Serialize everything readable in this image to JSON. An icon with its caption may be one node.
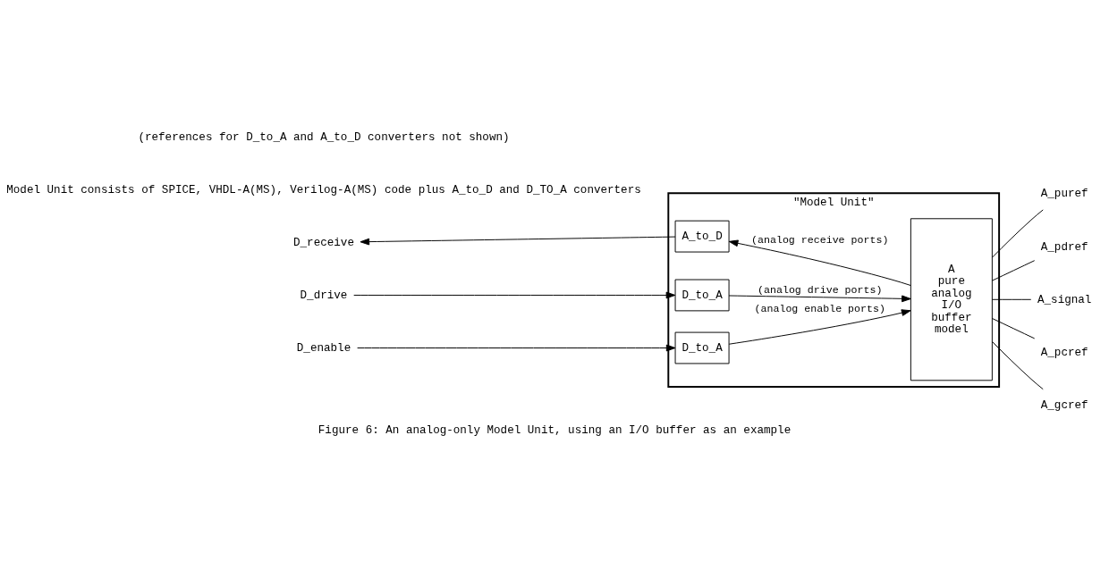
{
  "diagram": {
    "caption": "Figure 6: An analog-only Model Unit, using an I/O buffer as an example",
    "nodes": [
      {
        "text": [
          "\"Model Unit\""
        ]
      },
      {
        "text": [
          "A_to_D"
        ],
        "in": 0
      },
      {
        "text": [
          "D_to_A"
        ],
        "in": 0
      },
      {
        "text": [
          "D_to_A"
        ],
        "in": 0
      },
      {
        "text": [
          "A pure analog I/O buffer model"
        ],
        "in": 0
      },
      {
        "text": [
          "D_receive"
        ]
      },
      {
        "text": [
          "D_drive"
        ]
      },
      {
        "text": [
          "D_enable"
        ]
      },
      {
        "text": [
          "A_puref"
        ]
      },
      {
        "text": [
          "A_pdref"
        ]
      },
      {
        "text": [
          "A_signal"
        ]
      },
      {
        "text": [
          "A_pcref"
        ]
      },
      {
        "text": [
          "A_gcref"
        ]
      }
    ],
    "edges": [
      {
        "from": 1,
        "to": 5,
        "arrow": "to"
      },
      {
        "from": 4,
        "to": 1,
        "arrow": "to",
        "label": "(analog receive ports)"
      },
      {
        "from": 6,
        "to": 2,
        "arrow": "to"
      },
      {
        "from": 2,
        "to": 4,
        "arrow": "to",
        "label": "(analog drive ports)"
      },
      {
        "from": 7,
        "to": 3,
        "arrow": "to"
      },
      {
        "from": 3,
        "to": 4,
        "arrow": "to",
        "label": "(analog enable ports)"
      },
      {
        "from": 4,
        "to": 8,
        "arrow": "none"
      },
      {
        "from": 4,
        "to": 9,
        "arrow": "none"
      },
      {
        "from": 4,
        "to": 10,
        "arrow": "none"
      },
      {
        "from": 4,
        "to": 11,
        "arrow": "none"
      },
      {
        "from": 4,
        "to": 12,
        "arrow": "none"
      }
    ],
    "labels": [
      "Model Unit consists of SPICE, VHDL-A(MS), Verilog-A(MS) code plus A_to_D and D_TO_A converters",
      "(references for D_to_A and A_to_D converters not shown)"
    ]
  }
}
